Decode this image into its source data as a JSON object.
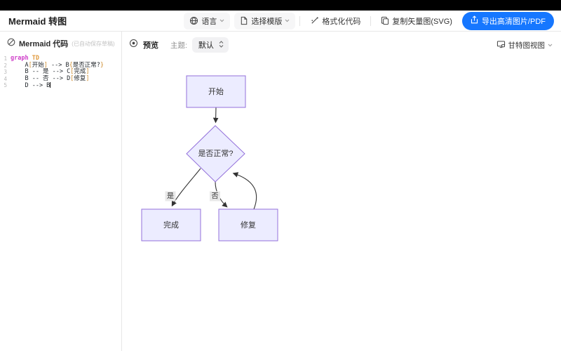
{
  "app": {
    "title": "Mermaid 转图"
  },
  "toolbar": {
    "language_label": "语言",
    "template_label": "选择模版",
    "format_label": "格式化代码",
    "copy_svg_label": "复制矢量图(SVG)",
    "export_label": "导出高清图片/PDF"
  },
  "editor": {
    "title": "Mermaid 代码",
    "autosave_note": "(已自动保存草稿)",
    "cursor_line": 5,
    "syntax_colors": {
      "keyword": "#cf3ec9",
      "direction": "#e09a3e",
      "bracket": "#cf8e32",
      "text": "#24292e"
    },
    "lines": [
      {
        "num": "1",
        "tokens": [
          {
            "t": "graph",
            "c": "kw"
          },
          {
            "t": " ",
            "c": ""
          },
          {
            "t": "TD",
            "c": "dir"
          }
        ]
      },
      {
        "num": "2",
        "tokens": [
          {
            "t": "    A",
            "c": ""
          },
          {
            "t": "[",
            "c": "br"
          },
          {
            "t": "开始",
            "c": ""
          },
          {
            "t": "]",
            "c": "br"
          },
          {
            "t": " --> B",
            "c": ""
          },
          {
            "t": "{",
            "c": "br"
          },
          {
            "t": "是否正常?",
            "c": ""
          },
          {
            "t": "}",
            "c": "br"
          }
        ]
      },
      {
        "num": "3",
        "tokens": [
          {
            "t": "    B -- 是 --> C",
            "c": ""
          },
          {
            "t": "[",
            "c": "br"
          },
          {
            "t": "完成",
            "c": ""
          },
          {
            "t": "]",
            "c": "br"
          }
        ]
      },
      {
        "num": "4",
        "tokens": [
          {
            "t": "    B -- 否 --> D",
            "c": ""
          },
          {
            "t": "[",
            "c": "br"
          },
          {
            "t": "修复",
            "c": ""
          },
          {
            "t": "]",
            "c": "br"
          }
        ]
      },
      {
        "num": "5",
        "tokens": [
          {
            "t": "    D --> B",
            "c": ""
          }
        ]
      }
    ]
  },
  "preview": {
    "title": "预览",
    "theme_label": "主题:",
    "theme_value": "默认",
    "gantt_view_label": "甘特图视图"
  },
  "diagram": {
    "nodes": [
      {
        "id": "A",
        "label": "开始",
        "shape": "rect"
      },
      {
        "id": "B",
        "label": "是否正常?",
        "shape": "diamond"
      },
      {
        "id": "C",
        "label": "完成",
        "shape": "rect"
      },
      {
        "id": "D",
        "label": "修复",
        "shape": "rect"
      }
    ],
    "edges": [
      {
        "from": "A",
        "to": "B",
        "label": ""
      },
      {
        "from": "B",
        "to": "C",
        "label": "是"
      },
      {
        "from": "B",
        "to": "D",
        "label": "否"
      },
      {
        "from": "D",
        "to": "B",
        "label": ""
      }
    ],
    "colors": {
      "node_fill": "#ECECFF",
      "node_border": "#9370DB",
      "edge": "#333333",
      "edge_label_bg": "#e8e8e8"
    }
  },
  "colors": {
    "accent": "#1677ff"
  },
  "icons": {
    "globe-icon": "🌐",
    "document-icon": "📄",
    "wand-icon": "✦",
    "copy-icon": "⧉",
    "share-icon": "↥",
    "chevron-down-icon": "⌄",
    "slash-circle-icon": "⊘",
    "eye-icon": "◉",
    "monitor-icon": "🖵",
    "updown-chevrons-icon": "⇅"
  }
}
